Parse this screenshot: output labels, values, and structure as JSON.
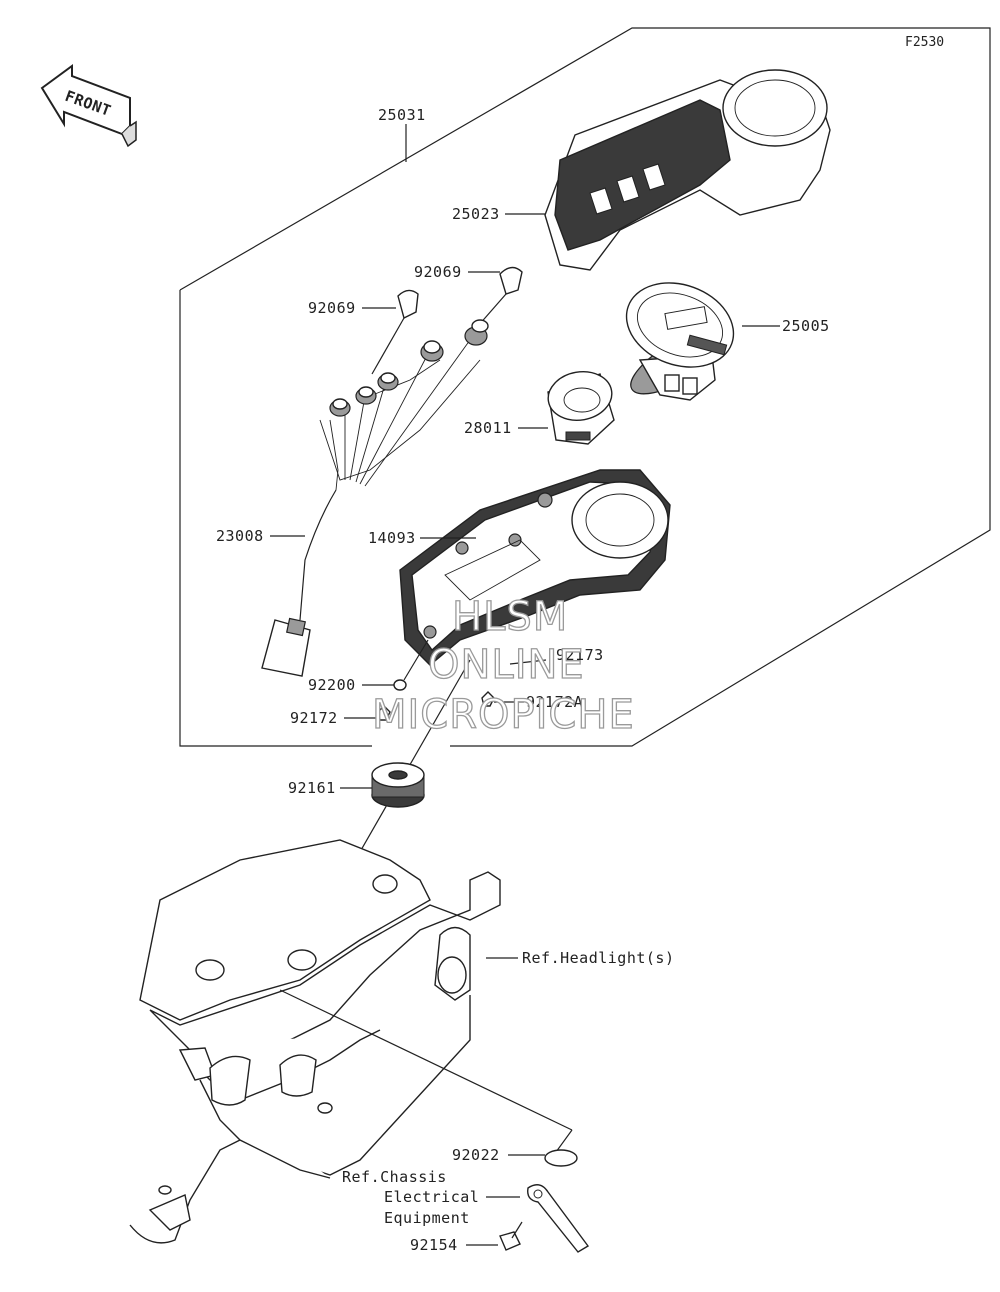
{
  "figure_code": "F2530",
  "front_arrow_label": "FRONT",
  "watermark": {
    "line1": "HLSM",
    "line2": "ONLINE",
    "line3": "MICROPICHE"
  },
  "callouts": {
    "p25031": "25031",
    "p25023": "25023",
    "p92069a": "92069",
    "p92069b": "92069",
    "p25005": "25005",
    "p28011": "28011",
    "p23008": "23008",
    "p14093": "14093",
    "p92173": "92173",
    "p92200": "92200",
    "p92172": "92172",
    "p92172a": "92172A",
    "p92161": "92161",
    "p92022": "92022",
    "p92154": "92154"
  },
  "references": {
    "headlight": "Ref.Headlight(s)",
    "chassis_line1": "Ref.Chassis",
    "chassis_line2": "Electrical",
    "chassis_line3": "Equipment"
  }
}
